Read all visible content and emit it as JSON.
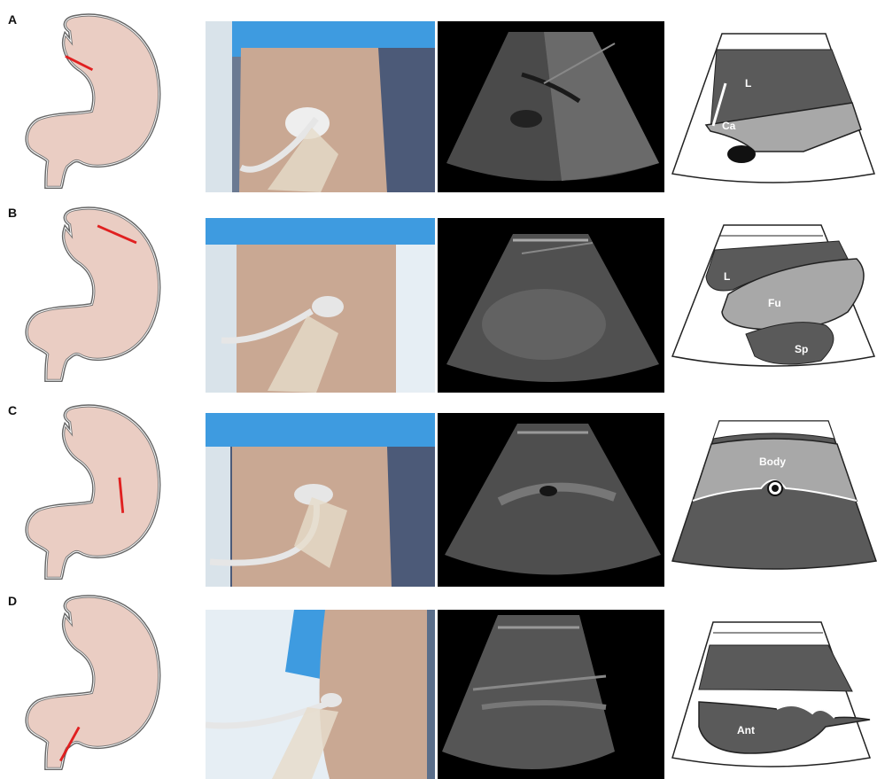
{
  "panels": [
    {
      "letter": "A",
      "structure_labels": [
        "L",
        "Ca"
      ]
    },
    {
      "letter": "B",
      "structure_labels": [
        "L",
        "Fu",
        "Sp"
      ]
    },
    {
      "letter": "C",
      "structure_labels": [
        "Body"
      ]
    },
    {
      "letter": "D",
      "structure_labels": [
        "Ant"
      ]
    }
  ],
  "colors": {
    "stomach_fill": "#eacdc3",
    "stomach_outline": "#555555",
    "probe_line": "#e02020",
    "dark_gray": "#5a5a5a",
    "light_gray": "#a8a8a8",
    "skin": "#c9a893",
    "drape_blue": "#3e9be0"
  }
}
